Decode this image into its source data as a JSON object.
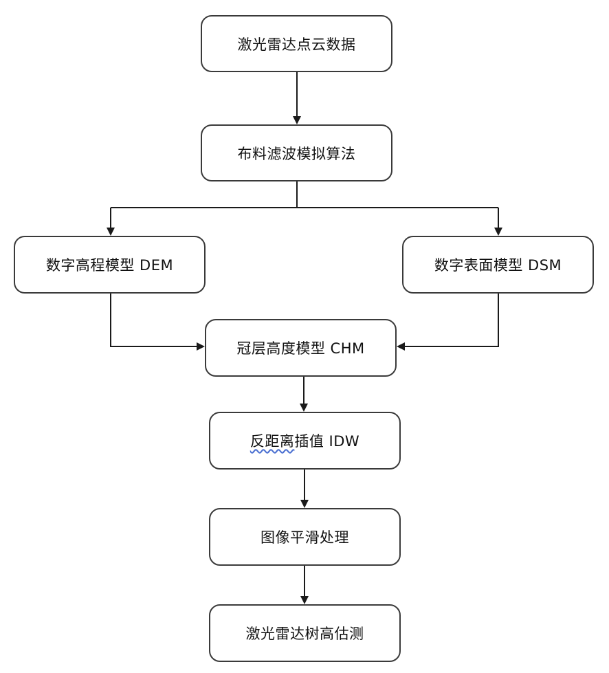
{
  "nodes": {
    "lidar": "激光雷达点云数据",
    "csf": "布料滤波模拟算法",
    "dem": "数字高程模型 DEM",
    "dsm": "数字表面模型 DSM",
    "chm": "冠层高度模型 CHM",
    "idw_prefix": "反距离",
    "idw_rest": "插值 IDW",
    "smooth": "图像平滑处理",
    "estimate": "激光雷达树高估测"
  },
  "colors": {
    "border": "#3a3a3a",
    "line": "#1a1a1a",
    "text": "#111111",
    "spellcheck_underline": "#4a6fd1"
  }
}
